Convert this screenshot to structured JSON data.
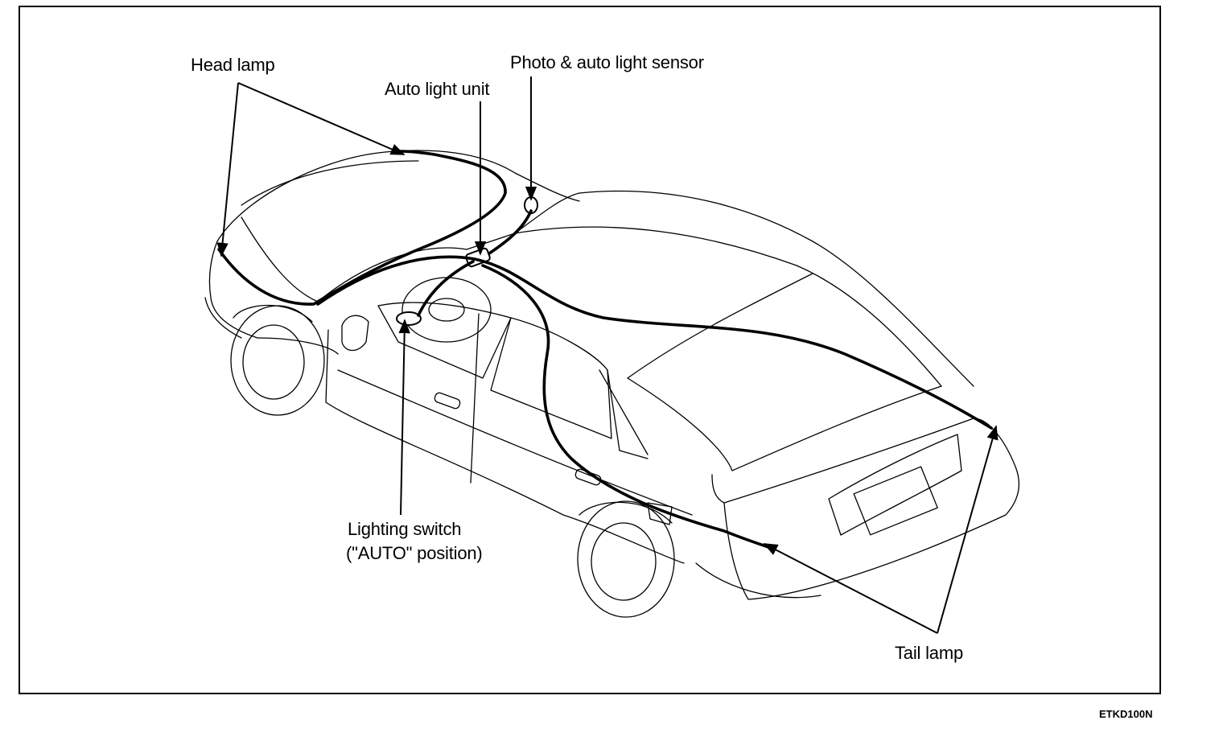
{
  "labels": {
    "head_lamp": "Head lamp",
    "auto_light_unit": "Auto light unit",
    "photo_sensor": "Photo & auto light sensor",
    "lighting_switch_line1": "Lighting switch",
    "lighting_switch_line2": "(\"AUTO\" position)",
    "tail_lamp": "Tail lamp"
  },
  "figure_code": "ETKD100N",
  "colors": {
    "ink": "#000000",
    "background": "#ffffff"
  }
}
